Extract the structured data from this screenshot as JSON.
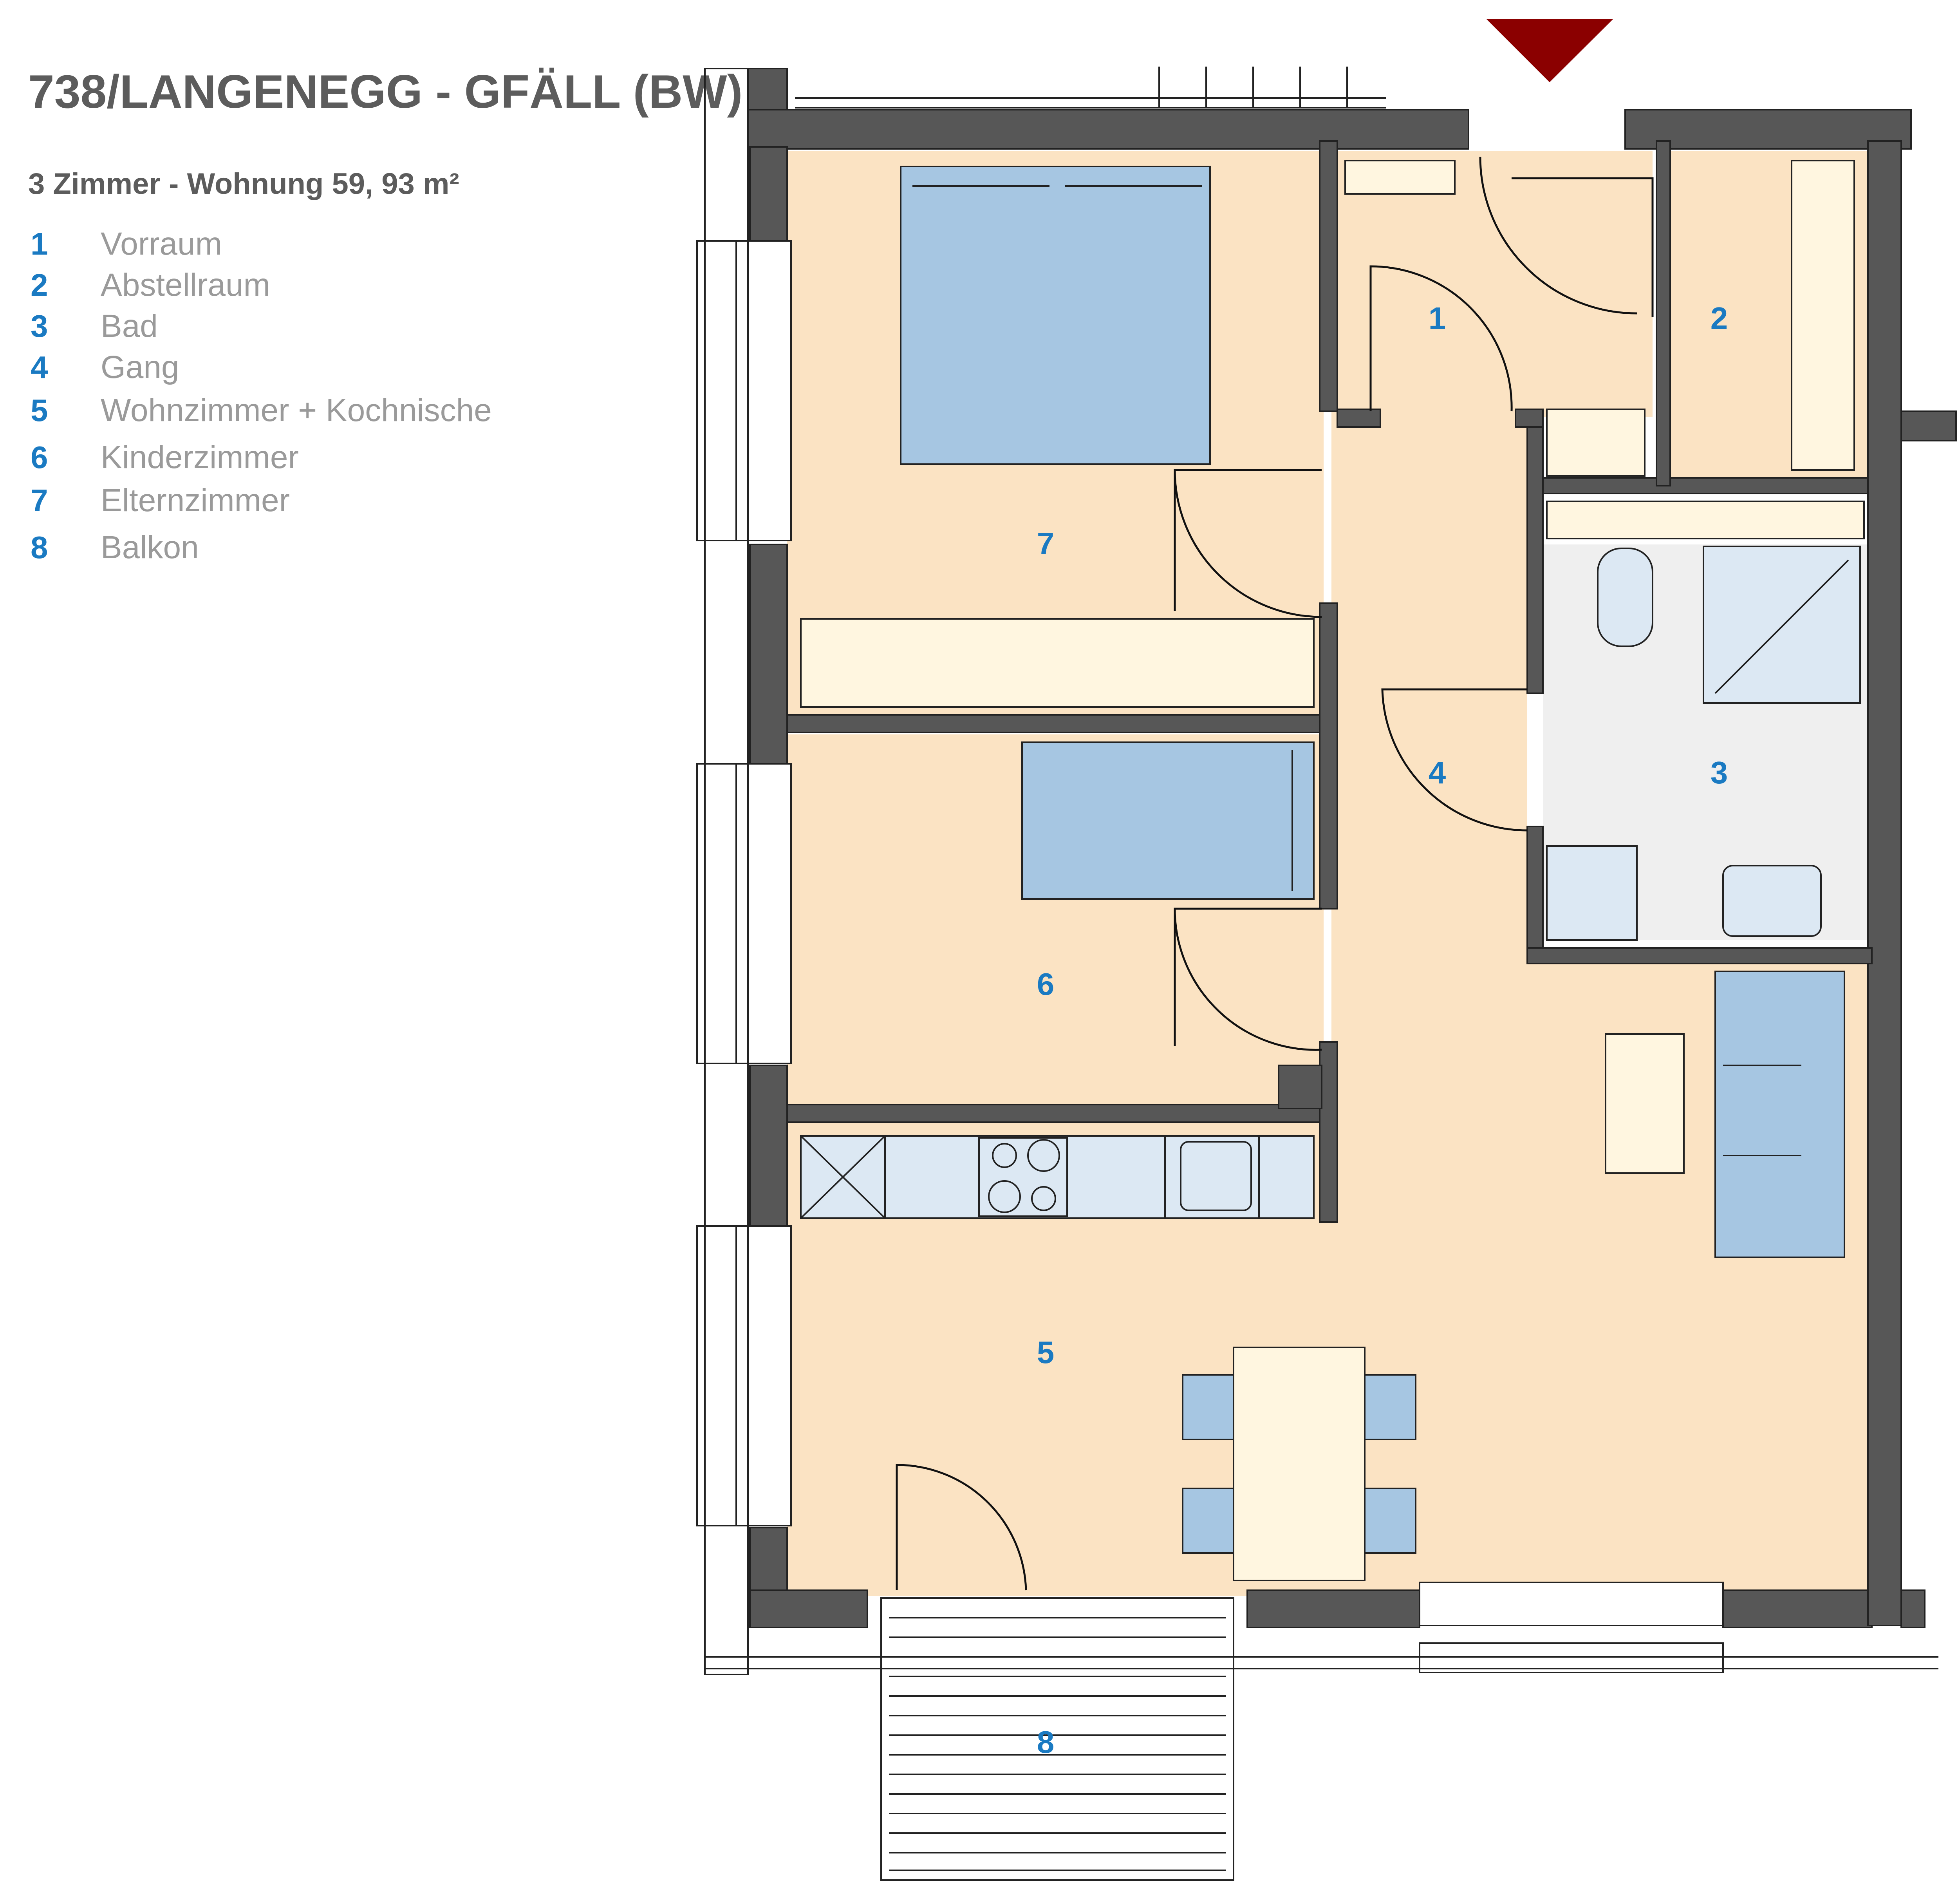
{
  "title": "738/LANGENEGG - GFÄLL (BW)",
  "subtitle": "3 Zimmer - Wohnung  59, 93 m²",
  "legend": [
    {
      "num": "1",
      "name": "Vorraum"
    },
    {
      "num": "2",
      "name": "Abstellraum"
    },
    {
      "num": "3",
      "name": "Bad"
    },
    {
      "num": "4",
      "name": "Gang"
    },
    {
      "num": "5",
      "name": "Wohnzimmer + Kochnische"
    },
    {
      "num": "6",
      "name": "Kinderzimmer"
    },
    {
      "num": "7",
      "name": "Elternzimmer"
    },
    {
      "num": "8",
      "name": "Balkon"
    }
  ],
  "rooms": [
    {
      "num": "1"
    },
    {
      "num": "2"
    },
    {
      "num": "3"
    },
    {
      "num": "4"
    },
    {
      "num": "5"
    },
    {
      "num": "6"
    },
    {
      "num": "7"
    },
    {
      "num": "8"
    }
  ],
  "colors": {
    "floor": "#fbe3c3",
    "bath_floor": "#efefef",
    "wall": "#575757",
    "furniture_blue": "#a6c6e2",
    "light_blue": "#dce8f3",
    "cream": "#fff6e0",
    "label_blue": "#1a7ac2",
    "entrance_marker": "#8b0000"
  },
  "icons": {
    "entrance": "entrance-arrow-icon"
  }
}
